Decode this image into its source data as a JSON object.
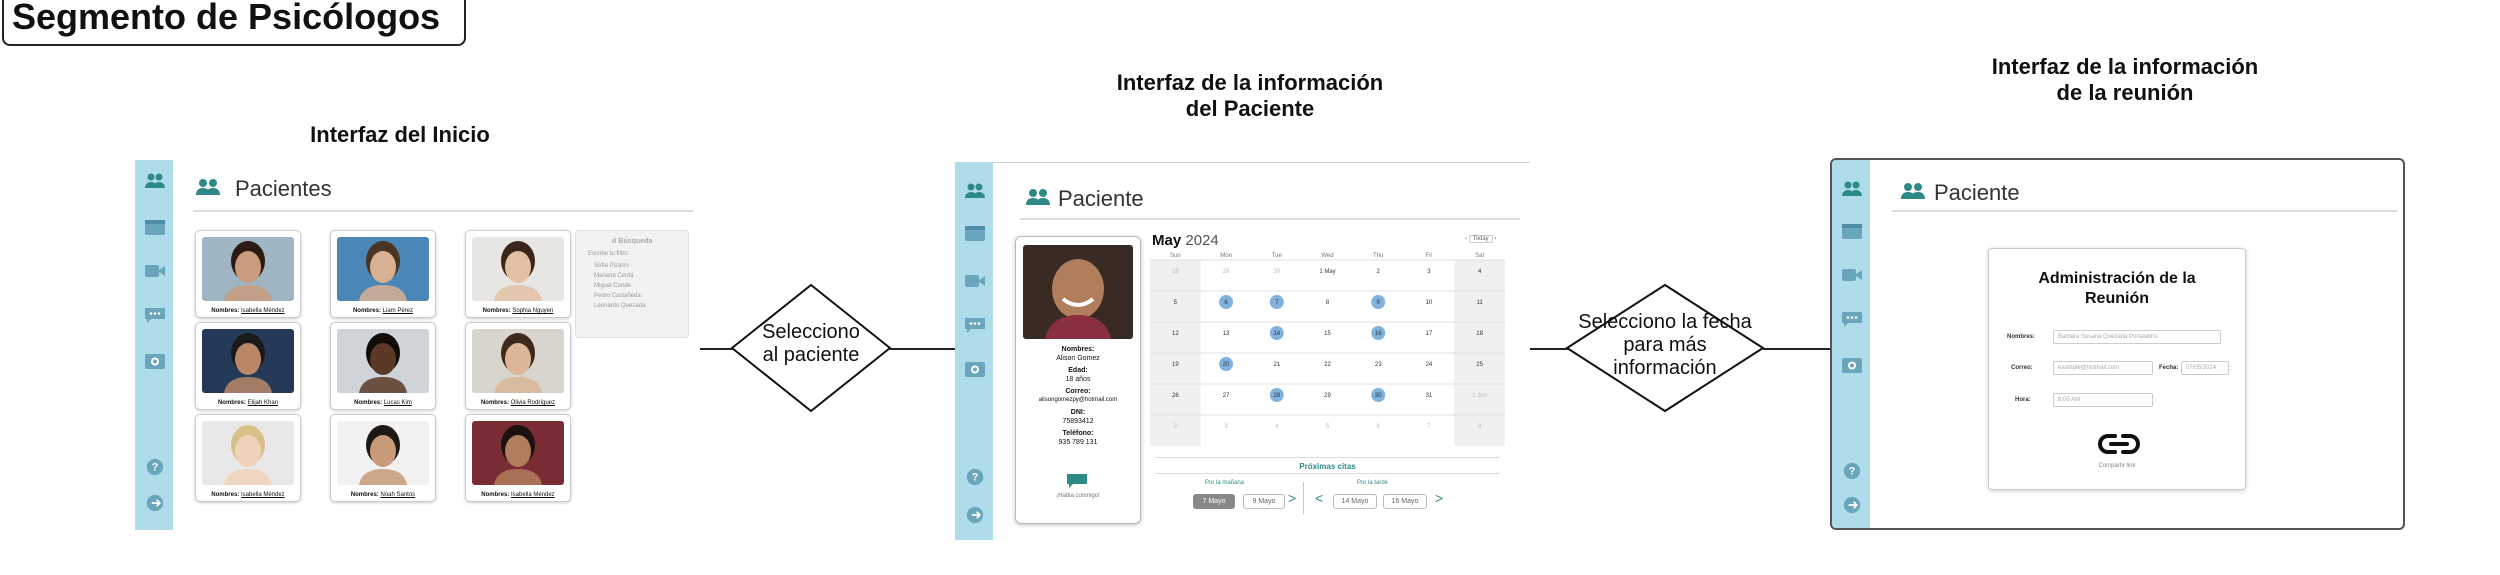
{
  "segment_title": "Segmento de Psicólogos",
  "captions": {
    "inicio": "Interfaz del Inicio",
    "paciente_l1": "Interfaz de la información",
    "paciente_l2": "del Paciente",
    "reunion_l1": "Interfaz de la información",
    "reunion_l2": "de la reunión"
  },
  "decisions": {
    "first_l1": "Selecciono",
    "first_l2": "al paciente",
    "second_l1": "Selecciono la fecha",
    "second_l2": "para más",
    "second_l3": "información"
  },
  "screen1": {
    "header": "Pacientes",
    "cards": [
      {
        "prefix": "Nombres:",
        "name": "Isabella Méndez",
        "skin": "#c89c7c",
        "hair": "#2a1a12",
        "bg": "#9fb5c4"
      },
      {
        "prefix": "Nombres:",
        "name": "Liam Pérez",
        "skin": "#d8b094",
        "hair": "#4a3424",
        "bg": "#4a86b6"
      },
      {
        "prefix": "Nombres:",
        "name": "Sophia Nguyen",
        "skin": "#e2c0a4",
        "hair": "#3a261a",
        "bg": "#e8e6e2"
      },
      {
        "prefix": "Nombres:",
        "name": "Elijah Khan",
        "skin": "#b88866",
        "hair": "#1a1a1a",
        "bg": "#243a58"
      },
      {
        "prefix": "Nombres:",
        "name": "Lucas Kim",
        "skin": "#5a3a26",
        "hair": "#120c08",
        "bg": "#cfd4d8"
      },
      {
        "prefix": "Nombres:",
        "name": "Olivia Rodríguez",
        "skin": "#dcb696",
        "hair": "#3e2a1c",
        "bg": "#d8d4ce"
      },
      {
        "prefix": "Nombres:",
        "name": "Isabella Méndez",
        "skin": "#efd2b8",
        "hair": "#d8c088",
        "bg": "#e8e8e8"
      },
      {
        "prefix": "Nombres:",
        "name": "Noah Santos",
        "skin": "#c89a78",
        "hair": "#1e1814",
        "bg": "#f2f2f2"
      },
      {
        "prefix": "Nombres:",
        "name": "Isabella Méndez",
        "skin": "#b07e5c",
        "hair": "#1a1210",
        "bg": "#7a2c34"
      }
    ],
    "search_title": "Búsqueda",
    "search_hint": "Escribe tu filtro",
    "search_items": [
      "Sofía Pizarro",
      "Mariana Cerdá",
      "Miguel Conde",
      "Pedro Castañeda",
      "Leonardo Quezada"
    ]
  },
  "screen2": {
    "header": "Paciente",
    "calendar_month": "May",
    "calendar_year": "2024",
    "today_label": "Today",
    "weekdays": [
      "Sun",
      "Mon",
      "Tue",
      "Wed",
      "Thu",
      "Fri",
      "Sat"
    ],
    "weeks": [
      [
        "28",
        "29",
        "30",
        "1 May",
        "2",
        "3",
        "4"
      ],
      [
        "5",
        "6",
        "7",
        "8",
        "9",
        "10",
        "11"
      ],
      [
        "12",
        "13",
        "14",
        "15",
        "16",
        "17",
        "18"
      ],
      [
        "19",
        "20",
        "21",
        "22",
        "23",
        "24",
        "25"
      ],
      [
        "26",
        "27",
        "28",
        "29",
        "30",
        "31",
        "1 Jun"
      ],
      [
        "2",
        "3",
        "4",
        "5",
        "6",
        "7",
        "8"
      ]
    ],
    "highlighted_days": [
      "6",
      "7",
      "9",
      "14",
      "16",
      "20",
      "28",
      "30"
    ],
    "patient": {
      "names_label": "Nombres:",
      "names_value": "Alison Gomez",
      "age_label": "Edad:",
      "age_value": "18 años",
      "email_label": "Correo:",
      "email_value": "alisongomezpy@hotmail.com",
      "dni_label": "DNI:",
      "dni_value": "75893412",
      "phone_label": "Teléfono:",
      "phone_value": "935 789 131",
      "chat_label": "¡Habla conmigo!"
    },
    "upcoming_title": "Próximas citas",
    "morning_label": "Por la mañana",
    "afternoon_label": "Por la tarde",
    "morning_dates": [
      "7 Mayo",
      "9 Mayo"
    ],
    "afternoon_dates": [
      "14 Mayo",
      "16 Mayo"
    ],
    "next_arrow": ">",
    "prev_arrow": "<"
  },
  "screen3": {
    "header": "Paciente",
    "title_l1": "Administración de la",
    "title_l2": "Reunión",
    "names_label": "Nombres:",
    "names_value": "Barbara Susana Quezada Portalatino",
    "email_label": "Correo:",
    "email_value": "example@hotmail.com",
    "date_label": "Fecha:",
    "date_value": "07/05/2024",
    "time_label": "Hora:",
    "time_value": "8:00 AM",
    "link_caption": "Compartir link"
  },
  "colors": {
    "rail": "#aedcea",
    "rail_icon": "#6aa6bb",
    "accent": "#2d8a86",
    "highlight": "#7fb2de"
  }
}
